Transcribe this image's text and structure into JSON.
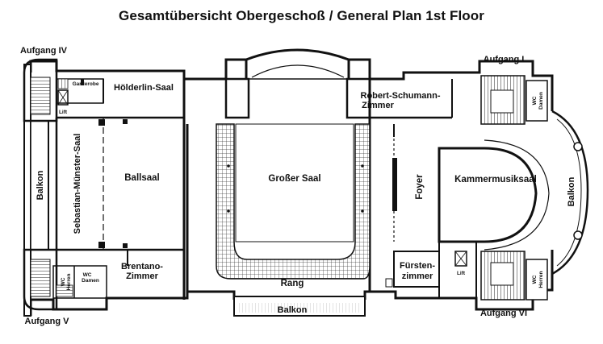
{
  "title": "Gesamtübersicht Obergeschoß / General Plan 1st Floor",
  "rooms": {
    "hoelderlin_saal": "Hölderlin-Saal",
    "garderobe": "Garderobe",
    "lift_left": "Lift",
    "sebastian_muenster_saal": "Sebastian-Münster-Saal",
    "ballsaal": "Ballsaal",
    "balkon_left": "Balkon",
    "brentano_line1": "Brentano-",
    "brentano_line2": "Zimmer",
    "wc_herren_left_1": "WC",
    "wc_herren_left_2": "Herren",
    "wc_damen_left_1": "WC",
    "wc_damen_left_2": "Damen",
    "grosser_saal": "Großer Saal",
    "rang": "Rang",
    "balkon_bottom": "Balkon",
    "schumann_line1": "Robert-Schumann-",
    "schumann_line2": "Zimmer",
    "foyer": "Foyer",
    "kammermusiksaal": "Kammermusiksaal",
    "fuersten_line1": "Fürsten-",
    "fuersten_line2": "zimmer",
    "lift_right": "Lift",
    "balkon_right": "Balkon",
    "wc_damen_right_1": "WC",
    "wc_damen_right_2": "Damen",
    "wc_herren_right_1": "WC",
    "wc_herren_right_2": "Herren"
  },
  "stairs": {
    "aufgang_1": "Aufgang I",
    "aufgang_4": "Aufgang IV",
    "aufgang_5": "Aufgang V",
    "aufgang_6": "Aufgang VI"
  }
}
